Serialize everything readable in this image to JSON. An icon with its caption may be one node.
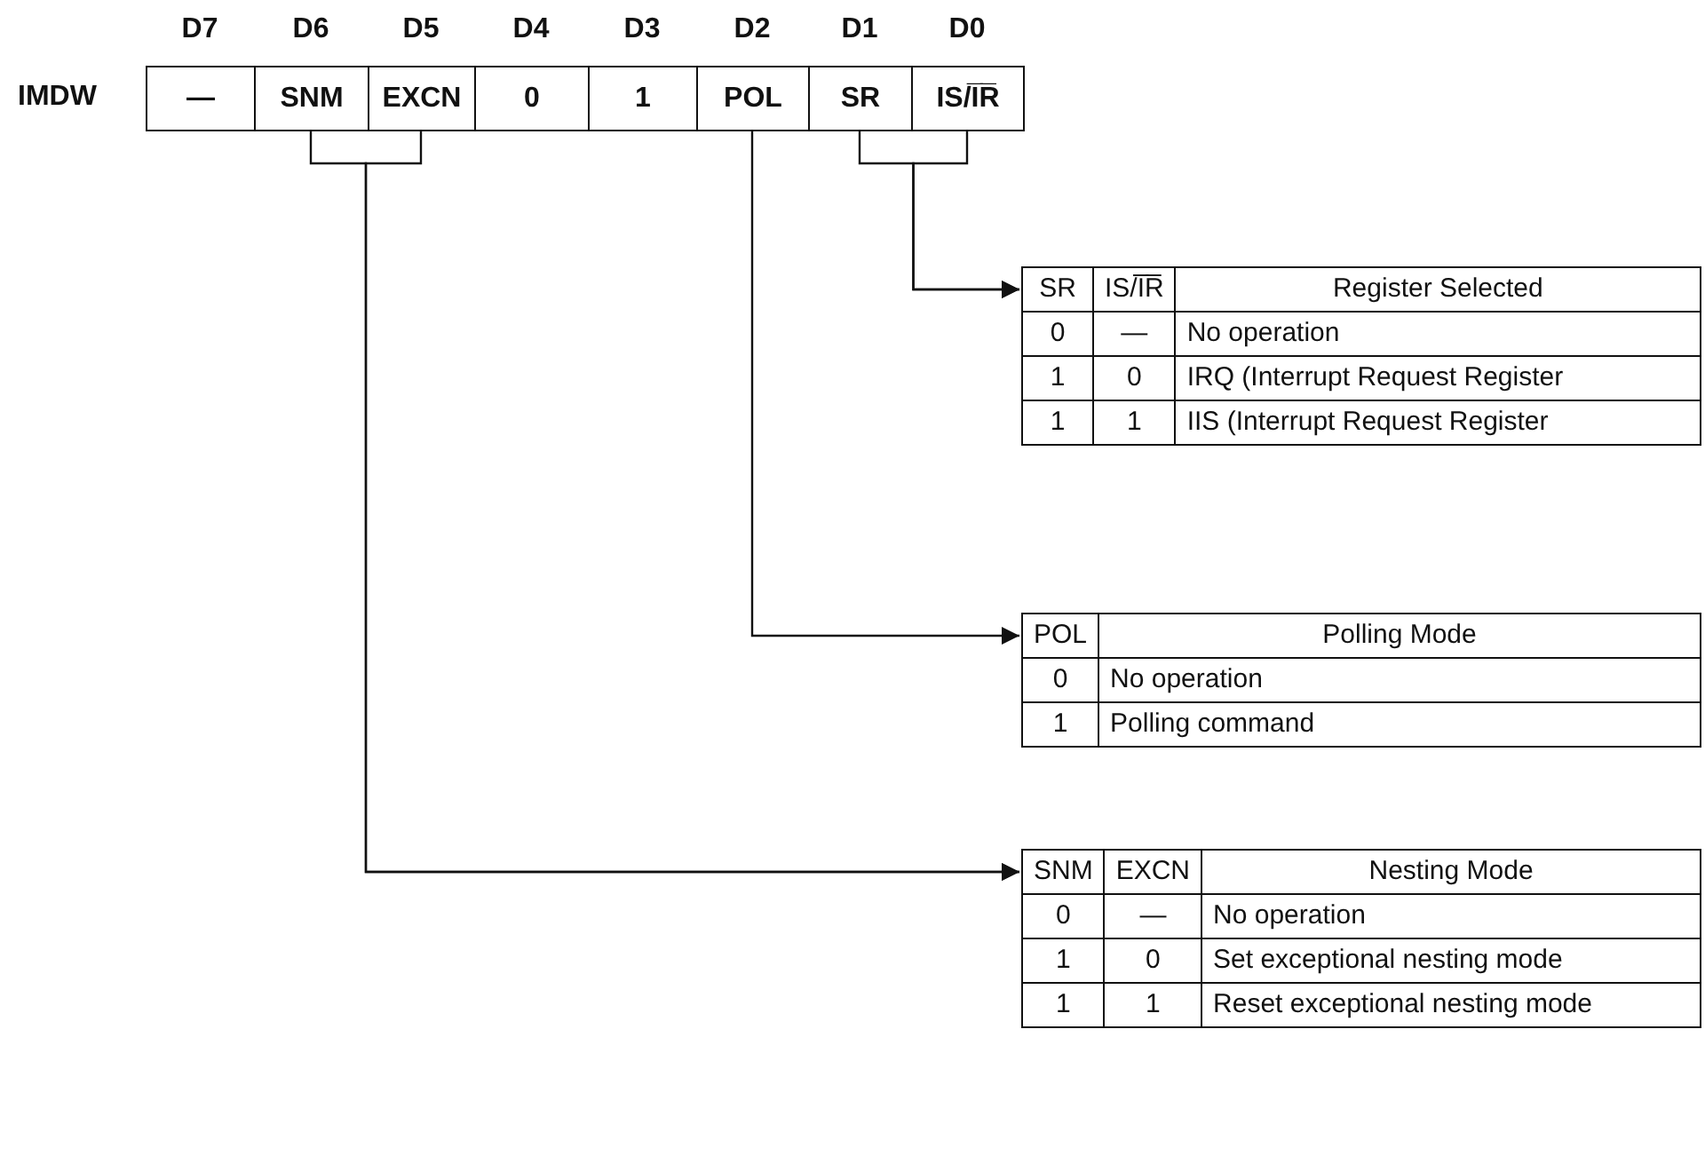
{
  "diagram": {
    "nodes": [
      {
        "text": [
          "—"
        ]
      },
      {
        "text": [
          "SNM"
        ]
      },
      {
        "text": [
          "EXCN"
        ]
      },
      {
        "text": [
          "0"
        ]
      },
      {
        "text": [
          "1"
        ]
      },
      {
        "text": [
          "POL"
        ]
      },
      {
        "text": [
          "SR"
        ]
      },
      {
        "text": [
          "IS/I̅R̅"
        ]
      },
      {
        "text": [
          "SR",
          "IS/I̅R̅",
          "Register Selected",
          "0",
          "—",
          "No operation",
          "1",
          "0",
          "IRQ (Interrupt Request Register",
          "1",
          "1",
          "IIS (Interrupt Request Register"
        ]
      },
      {
        "text": [
          "POL",
          "Polling Mode",
          "0",
          "No operation",
          "1",
          "Polling command"
        ]
      },
      {
        "text": [
          "SNM",
          "EXCN",
          "Nesting Mode",
          "0",
          "—",
          "No operation",
          "1",
          "0",
          "Set exceptional nesting mode",
          "1",
          "1",
          "Reset exceptional nesting mode"
        ]
      }
    ],
    "edges": [
      {
        "from": 6,
        "to": 8,
        "arrow": "to"
      },
      {
        "from": 7,
        "to": 8,
        "arrow": "to"
      },
      {
        "from": 5,
        "to": 9,
        "arrow": "to"
      },
      {
        "from": 1,
        "to": 10,
        "arrow": "to"
      },
      {
        "from": 2,
        "to": 10,
        "arrow": "to"
      }
    ],
    "labels": [
      "D7",
      "D6",
      "D5",
      "D4",
      "D3",
      "D2",
      "D1",
      "D0",
      "IMDW"
    ]
  }
}
